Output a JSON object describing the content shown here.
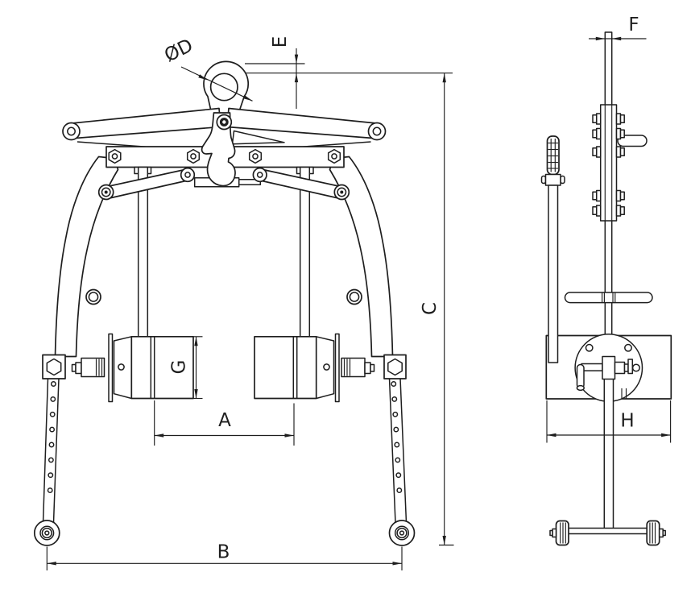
{
  "drawing": {
    "type": "technical-dimension-drawing",
    "subject": "lifting-clamp-two-views",
    "colors": {
      "background": "#ffffff",
      "line": "#1e1e1e"
    }
  },
  "dims": {
    "a": "A",
    "b": "B",
    "c": "C",
    "d": "ØD",
    "e": "E",
    "f": "F",
    "g": "G",
    "h": "H"
  }
}
